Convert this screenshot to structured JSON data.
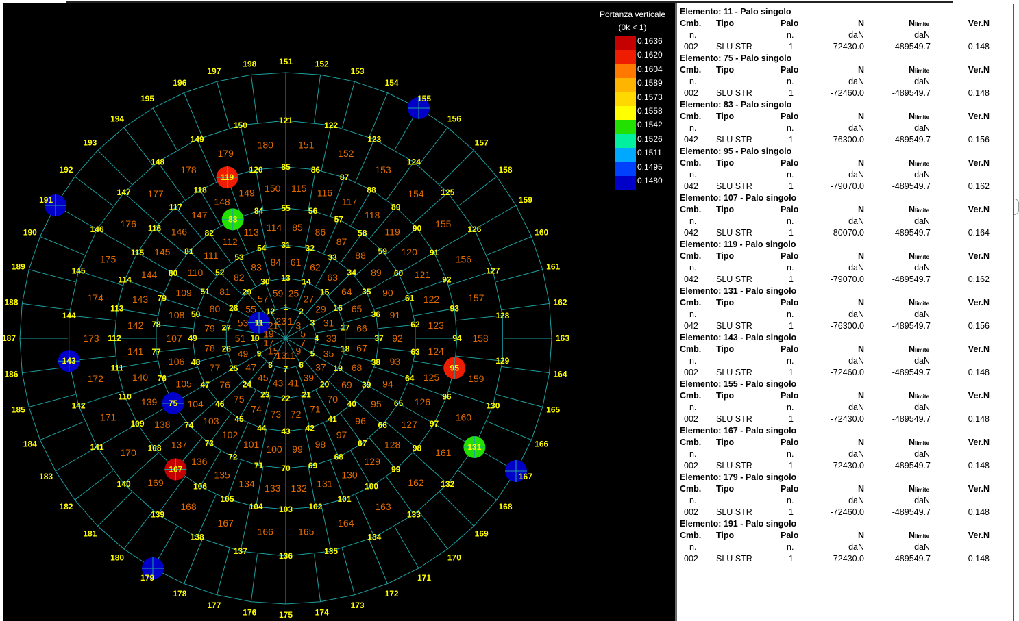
{
  "legend": {
    "title": "Portanza verticale",
    "subtitle": "(0k < 1)",
    "items": [
      {
        "value": "0.1636",
        "color": "#c40000"
      },
      {
        "value": "0.1620",
        "color": "#ee1c00"
      },
      {
        "value": "0.1604",
        "color": "#ff7800"
      },
      {
        "value": "0.1589",
        "color": "#ffb400"
      },
      {
        "value": "0.1573",
        "color": "#ffd800"
      },
      {
        "value": "0.1558",
        "color": "#ffff00"
      },
      {
        "value": "0.1542",
        "color": "#22e000"
      },
      {
        "value": "0.1526",
        "color": "#00f0a0"
      },
      {
        "value": "0.1511",
        "color": "#00a8ff"
      },
      {
        "value": "0.1495",
        "color": "#0040ff"
      },
      {
        "value": "0.1480",
        "color": "#0000c8"
      }
    ]
  },
  "mesh": {
    "line_color": "#1fa0a0",
    "element_label_color": "#e06a00",
    "node_label_color": "#ffff00",
    "rings": [
      {
        "elements": [
          1,
          3,
          5,
          7,
          9,
          11,
          13,
          15,
          17,
          19,
          21,
          23
        ],
        "nodes": [
          1,
          2,
          3,
          4,
          5,
          6,
          7,
          8,
          9,
          10,
          11,
          12
        ]
      },
      {
        "elements": [
          25,
          27,
          29,
          31,
          33,
          35,
          37,
          39,
          41,
          43,
          45,
          47,
          49,
          51,
          53,
          55,
          57,
          59
        ],
        "nodes": [
          13,
          14,
          15,
          16,
          17,
          18,
          19,
          20,
          21,
          22,
          23,
          24,
          25,
          26,
          27,
          28,
          29,
          30
        ]
      },
      {
        "elements": [
          61,
          62,
          63,
          64,
          65,
          66,
          67,
          68,
          69,
          70,
          71,
          72,
          73,
          74,
          75,
          76,
          77,
          78,
          79,
          80,
          81,
          82,
          83,
          84
        ],
        "nodes": [
          31,
          32,
          33,
          34,
          35,
          36,
          37,
          38,
          39,
          40,
          41,
          42,
          43,
          44,
          45,
          46,
          47,
          48,
          49,
          50,
          51,
          52,
          53,
          54
        ]
      },
      {
        "elements": [
          85,
          86,
          87,
          88,
          89,
          90,
          91,
          92,
          93,
          94,
          95,
          96,
          97,
          98,
          99,
          100,
          101,
          102,
          103,
          104,
          105,
          106,
          107,
          108,
          109,
          110,
          111,
          112,
          113,
          114
        ],
        "nodes": [
          55,
          56,
          57,
          58,
          59,
          60,
          61,
          62,
          63,
          64,
          65,
          66,
          67,
          68,
          69,
          70,
          71,
          72,
          73,
          74,
          75,
          76,
          77,
          78,
          79,
          80,
          81,
          82,
          83,
          84
        ]
      },
      {
        "elements": [
          115,
          116,
          117,
          118,
          119,
          120,
          121,
          122,
          123,
          124,
          125,
          126,
          127,
          128,
          129,
          130,
          131,
          132,
          133,
          134,
          135,
          136,
          137,
          138,
          139,
          140,
          141,
          142,
          143,
          144,
          145,
          146,
          147,
          148,
          149,
          150
        ],
        "nodes": [
          85,
          86,
          87,
          88,
          89,
          90,
          91,
          92,
          93,
          94,
          95,
          96,
          97,
          98,
          99,
          100,
          101,
          102,
          103,
          104,
          105,
          106,
          107,
          108,
          109,
          110,
          111,
          112,
          113,
          114,
          115,
          116,
          117,
          118,
          119,
          120
        ]
      },
      {
        "elements": [
          151,
          152,
          153,
          154,
          155,
          156,
          157,
          158,
          159,
          160,
          161,
          162,
          163,
          164,
          165,
          166,
          167,
          168,
          169,
          170,
          171,
          172,
          173,
          174,
          175,
          176,
          177,
          178,
          179,
          180
        ],
        "nodes": [
          121,
          122,
          123,
          124,
          125,
          126,
          127,
          128,
          129,
          130,
          131,
          132,
          133,
          134,
          135,
          136,
          137,
          138,
          139,
          140,
          141,
          142,
          143,
          144,
          145,
          146,
          147,
          148,
          149,
          150
        ]
      },
      {
        "elements": [],
        "nodes": [
          151,
          152,
          153,
          154,
          155,
          156,
          157,
          158,
          159,
          160,
          161,
          162,
          163,
          164,
          165,
          166,
          167,
          168,
          169,
          170,
          171,
          172,
          173,
          174,
          175,
          176,
          177,
          178,
          179,
          180,
          181,
          182,
          183,
          184,
          185,
          186,
          187,
          188,
          189,
          190,
          191,
          192,
          193,
          194,
          195,
          196,
          197,
          198
        ]
      }
    ],
    "piles": [
      {
        "node": 11,
        "value": 0.148,
        "color": "#0000c8"
      },
      {
        "node": 75,
        "value": 0.148,
        "color": "#0000c8"
      },
      {
        "node": 83,
        "value": 0.156,
        "color": "#22e000"
      },
      {
        "node": 95,
        "value": 0.162,
        "color": "#ee1c00"
      },
      {
        "node": 107,
        "value": 0.164,
        "color": "#c40000"
      },
      {
        "node": 119,
        "value": 0.162,
        "color": "#ee1c00"
      },
      {
        "node": 131,
        "value": 0.156,
        "color": "#22e000"
      },
      {
        "node": 143,
        "value": 0.148,
        "color": "#0000c8"
      },
      {
        "node": 155,
        "value": 0.148,
        "color": "#0000c8"
      },
      {
        "node": 167,
        "value": 0.148,
        "color": "#0000c8"
      },
      {
        "node": 179,
        "value": 0.148,
        "color": "#0000c8"
      },
      {
        "node": 191,
        "value": 0.148,
        "color": "#0000c8"
      }
    ]
  },
  "report": {
    "headers": {
      "cmb": "Cmb.",
      "tipo": "Tipo",
      "palo": "Palo",
      "n": "N",
      "nlim": "N",
      "nlim_sub": "limite",
      "ver": "Ver.N"
    },
    "units": {
      "cmb": "n.",
      "palo": "n.",
      "n": "daN",
      "nlim": "daN"
    },
    "blocks": [
      {
        "title": "Elemento: 11  -  Palo singolo",
        "cmb": "002",
        "tipo": "SLU STR",
        "palo": "1",
        "n": "-72430.0",
        "nlim": "-489549.7",
        "ver": "0.148"
      },
      {
        "title": "Elemento: 75  -  Palo singolo",
        "cmb": "002",
        "tipo": "SLU STR",
        "palo": "1",
        "n": "-72460.0",
        "nlim": "-489549.7",
        "ver": "0.148"
      },
      {
        "title": "Elemento: 83  -  Palo singolo",
        "cmb": "042",
        "tipo": "SLU STR",
        "palo": "1",
        "n": "-76300.0",
        "nlim": "-489549.7",
        "ver": "0.156"
      },
      {
        "title": "Elemento: 95  -  Palo singolo",
        "cmb": "042",
        "tipo": "SLU STR",
        "palo": "1",
        "n": "-79070.0",
        "nlim": "-489549.7",
        "ver": "0.162"
      },
      {
        "title": "Elemento: 107  -  Palo singolo",
        "cmb": "042",
        "tipo": "SLU STR",
        "palo": "1",
        "n": "-80070.0",
        "nlim": "-489549.7",
        "ver": "0.164"
      },
      {
        "title": "Elemento: 119  -  Palo singolo",
        "cmb": "042",
        "tipo": "SLU STR",
        "palo": "1",
        "n": "-79070.0",
        "nlim": "-489549.7",
        "ver": "0.162"
      },
      {
        "title": "Elemento: 131  -  Palo singolo",
        "cmb": "042",
        "tipo": "SLU STR",
        "palo": "1",
        "n": "-76300.0",
        "nlim": "-489549.7",
        "ver": "0.156"
      },
      {
        "title": "Elemento: 143  -  Palo singolo",
        "cmb": "002",
        "tipo": "SLU STR",
        "palo": "1",
        "n": "-72460.0",
        "nlim": "-489549.7",
        "ver": "0.148"
      },
      {
        "title": "Elemento: 155  -  Palo singolo",
        "cmb": "002",
        "tipo": "SLU STR",
        "palo": "1",
        "n": "-72430.0",
        "nlim": "-489549.7",
        "ver": "0.148"
      },
      {
        "title": "Elemento: 167  -  Palo singolo",
        "cmb": "002",
        "tipo": "SLU STR",
        "palo": "1",
        "n": "-72430.0",
        "nlim": "-489549.7",
        "ver": "0.148"
      },
      {
        "title": "Elemento: 179  -  Palo singolo",
        "cmb": "002",
        "tipo": "SLU STR",
        "palo": "1",
        "n": "-72460.0",
        "nlim": "-489549.7",
        "ver": "0.148"
      },
      {
        "title": "Elemento: 191  -  Palo singolo",
        "cmb": "002",
        "tipo": "SLU STR",
        "palo": "1",
        "n": "-72430.0",
        "nlim": "-489549.7",
        "ver": "0.148"
      }
    ]
  }
}
